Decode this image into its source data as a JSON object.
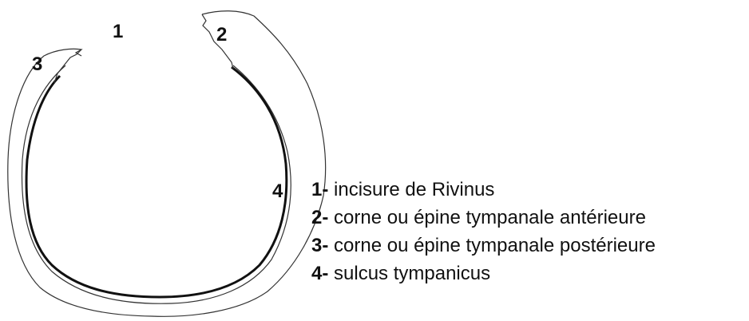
{
  "diagram": {
    "labels": {
      "n1": "1",
      "n2": "2",
      "n3": "3",
      "n4": "4"
    }
  },
  "legend": {
    "items": [
      {
        "num": "1-",
        "text": " incisure de Rivinus"
      },
      {
        "num": "2-",
        "text": " corne ou épine tympanale antérieure"
      },
      {
        "num": "3-",
        "text": " corne ou épine tympanale postérieure"
      },
      {
        "num": "4-",
        "text": " sulcus tympanicus"
      }
    ]
  },
  "colors": {
    "ink": "#111111",
    "background": "#ffffff"
  }
}
